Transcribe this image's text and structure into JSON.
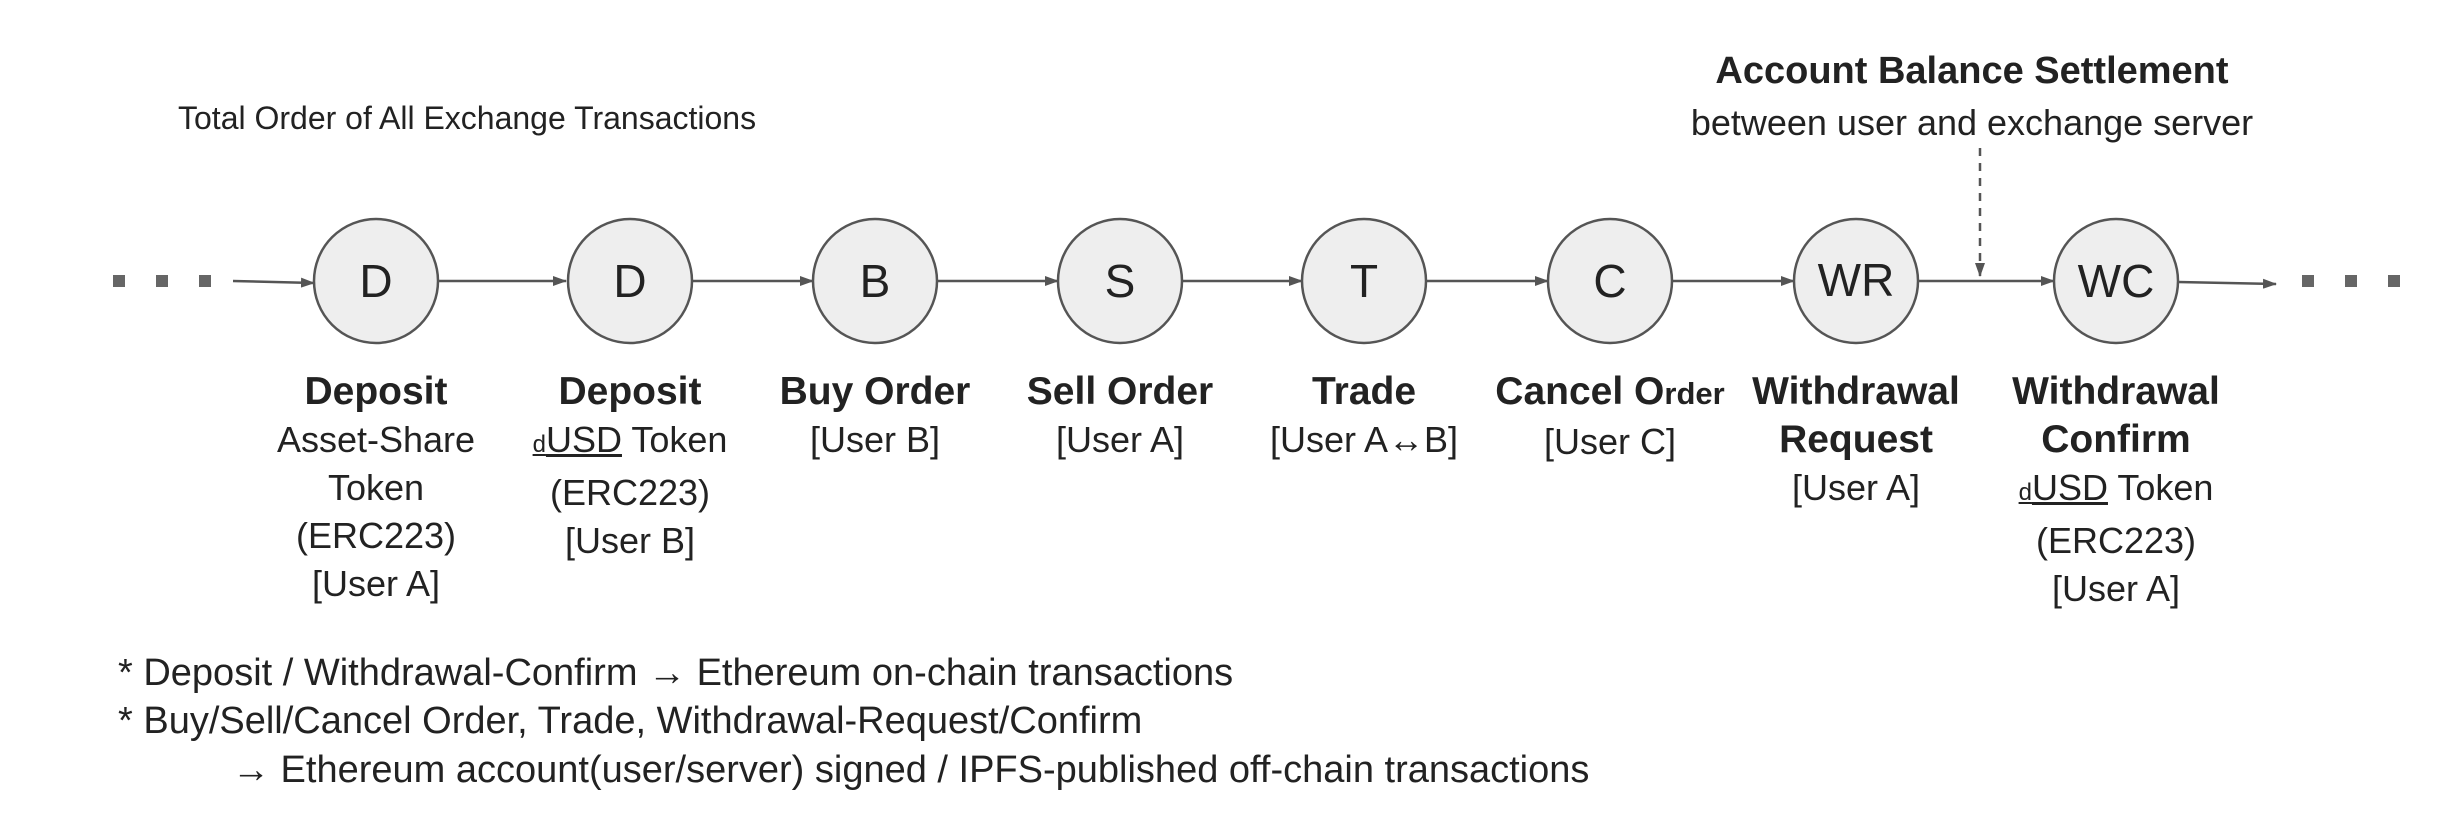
{
  "header": {
    "sequence_title": "Total Order of All Exchange Transactions",
    "settlement_title": "Account Balance Settlement",
    "settlement_subtitle": "between user and exchange server"
  },
  "nodes": [
    {
      "id": "D1",
      "letter": "D"
    },
    {
      "id": "D2",
      "letter": "D"
    },
    {
      "id": "B",
      "letter": "B"
    },
    {
      "id": "S",
      "letter": "S"
    },
    {
      "id": "T",
      "letter": "T"
    },
    {
      "id": "C",
      "letter": "C"
    },
    {
      "id": "WR",
      "letter": "WR"
    },
    {
      "id": "WC",
      "letter": "WC"
    }
  ],
  "labels": {
    "d1": {
      "name": "Deposit",
      "l1": "Asset-Share",
      "l2": "Token",
      "l3": "(ERC223)",
      "l4": "[User A]"
    },
    "d2": {
      "name": "Deposit",
      "prefix": "d",
      "token": "USD",
      "suffix": " Token",
      "l2": "(ERC223)",
      "l3": "[User B]"
    },
    "b": {
      "name": "Buy Order",
      "l1": "[User B]"
    },
    "s": {
      "name": "Sell Order",
      "l1": "[User A]"
    },
    "t": {
      "name": "Trade",
      "l1": "[User A↔B]"
    },
    "c": {
      "name_a": "Cancel O",
      "name_b": "rder",
      "l1": "[User C]"
    },
    "wr": {
      "name1": "Withdrawal",
      "name2": "Request",
      "l1": "[User A]"
    },
    "wc": {
      "name1": "Withdrawal",
      "name2": "Confirm",
      "prefix": "d",
      "token": "USD",
      "suffix": " Token",
      "l2": "(ERC223)",
      "l3": "[User A]"
    }
  },
  "notes": {
    "n1": "* Deposit / Withdrawal-Confirm  →  Ethereum on-chain transactions",
    "n2": "* Buy/Sell/Cancel Order, Trade, Withdrawal-Request/Confirm",
    "n3": "→   Ethereum account(user/server) signed / IPFS-published off-chain transactions"
  },
  "colors": {
    "node_fill": "#eeeeee",
    "stroke": "#555555",
    "dots": "#666666"
  }
}
